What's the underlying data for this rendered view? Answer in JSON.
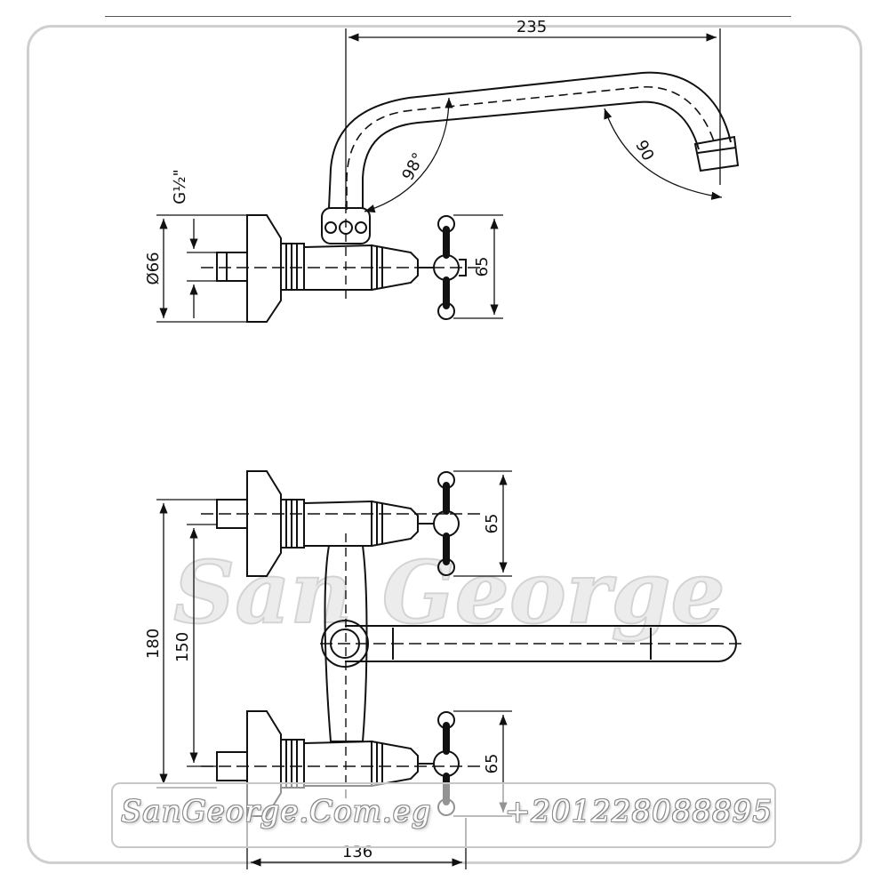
{
  "watermark": {
    "text": "San George"
  },
  "footer": {
    "website": "SanGeorge.Com.eg",
    "phone": "+201228088895"
  },
  "dimensions": {
    "spout_reach": "235",
    "spout_angle": "98°",
    "tip_angle": "90",
    "thread": "G½\"",
    "flange_diameter": "Ø66",
    "handle_top": "65",
    "handle_upper": "65",
    "handle_lower": "65",
    "outer_height": "180",
    "inlet_spacing": "150",
    "body_depth": "136"
  },
  "colors": {
    "line": "#111111",
    "frame": "#cfcfcf",
    "watermark": "#d4d4d4"
  }
}
